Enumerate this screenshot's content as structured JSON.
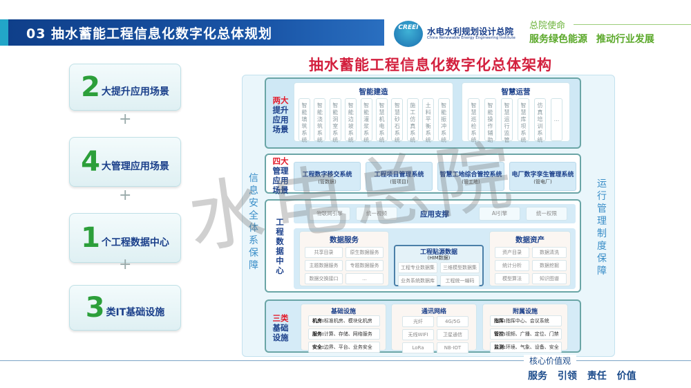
{
  "header": {
    "title": "03 抽水蓄能工程信息化数字化总体规划",
    "org_name": "水电水利规划设计总院",
    "org_name_en": "China Renewable Energy Engineering Institute",
    "logo_text": "CREEI",
    "mission_label": "总院使命",
    "mission": "服务绿色能源  推动行业发展"
  },
  "left_cards": [
    {
      "num": "2",
      "text": "大提升应用场景"
    },
    {
      "num": "4",
      "text": "大管理应用场景"
    },
    {
      "num": "1",
      "text": "个工程数据中心"
    },
    {
      "num": "3",
      "text": "类IT基础设施"
    }
  ],
  "plus": "+",
  "main_title": "抽水蓄能工程信息化数字化总体架构",
  "left_column": "信息安全体系保障",
  "right_column": "运行管理制度保障",
  "sec1": {
    "label_red": "两大",
    "label": "提升应用场景",
    "construction": {
      "title": "智能建造",
      "items": [
        "智能填筑系统",
        "智能浇筑系统",
        "智能洞室系统",
        "智能边坡系统",
        "智能灌浆系统",
        "智慧机电系统",
        "智慧砂石系统",
        "施工仿真系统",
        "土料平衡系统",
        "智能振冲系统"
      ]
    },
    "operation": {
      "title": "智慧运营",
      "items": [
        "智慧巡检系统",
        "智能操作辅助",
        "智慧运行监管",
        "智慧库坝系统",
        "仿真培训系统",
        "..."
      ]
    }
  },
  "sec2": {
    "label_red": "四大",
    "label": "管理应用场景",
    "items": [
      {
        "name": "工程数字移交系统",
        "sub": "(管数据)"
      },
      {
        "name": "工程项目管理系统",
        "sub": "(管项目)"
      },
      {
        "name": "智慧工地综合管控系统",
        "sub": "(管工地)"
      },
      {
        "name": "电厂数字孪生管理系统",
        "sub": "(管电厂)"
      }
    ]
  },
  "sec3": {
    "label": "工程数据中心",
    "support_title": "应用支撑",
    "support": [
      "物联网引擎",
      "统一视频",
      "AI引擎",
      "统一权限"
    ],
    "data_service": {
      "title": "数据服务",
      "items": [
        "共享目录",
        "原生数据服务",
        "主题数据服务",
        "专题数据服务",
        "数据交换接口",
        "..."
      ]
    },
    "source": {
      "title": "工程贴源数据",
      "sub": "(HIM数据)",
      "items": [
        "工程专业数据集",
        "三维模型数据集",
        "业务系统数据库",
        "工程统一编码"
      ]
    },
    "assets": {
      "title": "数据资产",
      "items": [
        "资产目录",
        "数据清洗",
        "统计分析",
        "数据挖掘",
        "模型算法",
        "知识图谱"
      ]
    }
  },
  "sec4": {
    "label_red": "三类",
    "label": "基础设施",
    "base": {
      "title": "基础设施",
      "rows": [
        {
          "k": "机房:",
          "v": "标准机房、模块化机房"
        },
        {
          "k": "服务:",
          "v": "计算、存储、网络服务"
        },
        {
          "k": "安全:",
          "v": "边界、平台、业务安全"
        }
      ]
    },
    "network": {
      "title": "通讯网络",
      "items": [
        "光纤",
        "4G/5G",
        "无线WIFI",
        "卫星通信",
        "LoRa",
        "NB-IOT"
      ]
    },
    "aux": {
      "title": "附属设施",
      "rows": [
        {
          "k": "指挥:",
          "v": "指挥中心、会议系统"
        },
        {
          "k": "管控:",
          "v": "视频、广播、定位、门禁"
        },
        {
          "k": "监测:",
          "v": "环境、气象、设备、安全"
        }
      ]
    }
  },
  "watermark": "水电总院",
  "footer": {
    "values_label": "核心价值观",
    "values": "服务 引领 责任 价值"
  },
  "colors": {
    "header_blue": "#1a56a8",
    "title_red": "#d3203e",
    "green": "#2c9f3a",
    "navy": "#1a3f8a"
  }
}
